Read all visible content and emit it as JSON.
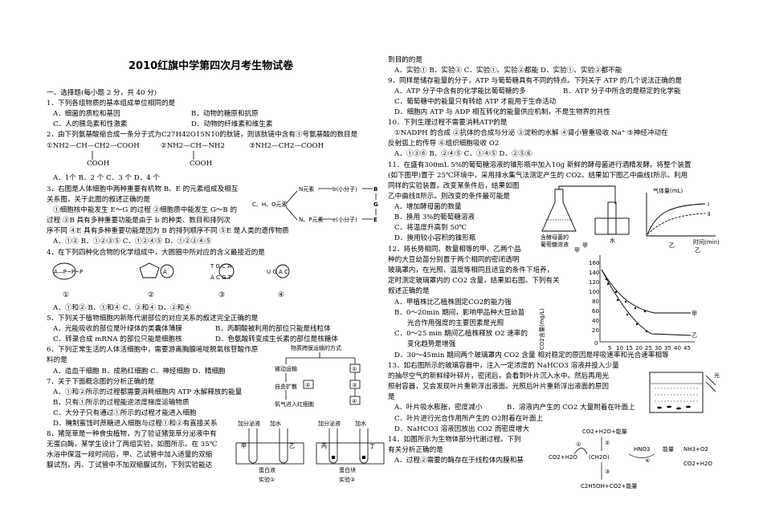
{
  "title": "2010红旗中学第四次月考生物试卷",
  "left": {
    "section": "一、选择题(每小题 2 分，共 40 分)",
    "q1": "1．下列各组物质的基本组成单位相同的是",
    "q1a": "A．细菌的质粒和基因",
    "q1b": "B．动物的糖原和抗原",
    "q1c": "C．人的胰岛素和性激素",
    "q1d": "D．动物的纤维素和维生素",
    "q2": "2．由下列氨基酸缩合成一条分子式为C27H42O15N10的肽链，则该肽链中含有①号氨基酸的数目是",
    "aa1": "①NH2—CH—CH2—COOH",
    "aa1b": "COOH",
    "aa2": "②NH2—CH—NH2",
    "aa2b": "COOH",
    "aa3": "③NH2—CH2—COOH",
    "q2opts": "A．1个        B．2 个       C．3 个       D．4 个",
    "q3": "3．右图是人体细胞中两种重要有机物 B、E 的元素组成及相互",
    "q3b": "关系图，关于此图的叙述正确的是",
    "q3c": "①细胞核中能发生 E～G 的过程   ②细胞质中能发生 G～B 的",
    "q3d": "过程   ③B 具有多种重要功能是由于 b 的种类、数目和排列次",
    "q3e": "序不同    ④E 具有多种重要功能是因为 B 的排列顺序不同    ⑤E 是人类的遗传物质",
    "q3opts": "A．①②      B．①②③⑤    C．①②④⑤     D．①②③④⑤",
    "fig3": {
      "n_el": "N元素",
      "cho": "C、H、O元素",
      "np_el": "N、P元素",
      "b": "b(小分子)",
      "e": "e(小分子)",
      "B": "B",
      "G": "G",
      "E": "E"
    },
    "q4": "4．在下列四种化合物的化学组成中，大圆圈中所对应的含义最接近的是",
    "q4labels": [
      "①",
      "②",
      "③",
      "④"
    ],
    "q4f1": "A—P~P~P",
    "q4f3top": "T G C A",
    "q4f3bot": "A C G T",
    "q4f4": "U G A C",
    "q4opts": "A．①和②      B．①和④      C．③和④      D．②和④",
    "q5": "5．下列关于植物细胞内新陈代谢部位的对应关系的叙述完全正确的是",
    "q5a": "A．光能吸收的部位是叶绿体的类囊体薄膜",
    "q5b": "B．丙酮酸被利用的部位只能是线粒体",
    "q5c": "C．转录合成 mRNA 的部位只能是细胞核",
    "q5d": "D．色氨酸转变成生长素的部位是核糖体",
    "q6": "6．下列正常生活的人体活细胞中，需要游离胸腺嘧啶脱氧核苷酸作原",
    "q6b": "料的是",
    "q6opts": "A．造血干细胞      B．成熟红细胞     C．神经细胞          D．精细胞",
    "q7": "7．关于下面概念图的分析正确的是",
    "q7a": "A．①和②所示的过程都需要消耗细胞内 ATP 水解释放的能量",
    "q7b": "B．只有①所示的过程能逆浓度梯度运输物质",
    "q7c": "C．大分子只有通过①所示的过程才能进入细胞",
    "q7d": "D．腌制蜜饯时蔗糖进入细胞与过程①和②有直接关系",
    "fig7": {
      "top": "物质跨膜运输的方式",
      "passive": "被动运输",
      "free": "自由扩散",
      "carrier": "氧气进入红细胞",
      "n1": "①",
      "n2": "②",
      "n3": "③",
      "n4": "④"
    },
    "q8": "8．猪笼草是一种食虫植物，为了验证猪笼草分泌液中有",
    "q8b": "无蛋白酶，某学生设计了两组实验，如图所示。在 35℃",
    "q8c": "水浴中保温一段时间后，甲、乙试管中加入适量的双缩",
    "q8d": "脲试剂，丙、丁试管中不加双缩脲试剂，下列实验能达",
    "fig8": {
      "add1": "加分泌液",
      "add2": "加水",
      "add3": "加分泌液",
      "add4": "加水",
      "jia": "甲",
      "yi": "乙",
      "bing": "丙",
      "ding": "丁",
      "liq1": "蛋白液",
      "liq2": "蛋白块",
      "exp1": "实验①",
      "exp2": "实验②"
    }
  },
  "right": {
    "r0": "到目的的是",
    "r0opts": "A．实验①     B．实验②      C．实验①、实验②都能    D．实验①、实验②都不能",
    "q9": "9．同样是储存能量的分子，ATP 与葡萄糖具有不同的特点。下列关于 ATP 的几个说法正确的是",
    "q9a": "A．ATP 分子中含有的化学能比葡萄糖的多",
    "q9b": "B．ATP 分子中所含的是稳定的化学能",
    "q9c": "C．葡萄糖中的能量只有转给 ATP 才能用于生命活动",
    "q9d": "D．细胞内 ATP 与 ADP 相互转化的能量供应机制，不是生物界的共性",
    "q10": "10．下列生理过程不需要消耗ATP的是",
    "q10a": "①NADPH 的合成   ②抗体的合成与分泌   ③淀粉的水解   ④肾小管重吸收 Na⁺    ⑤神经冲动在",
    "q10b": "反射弧上的传导    ⑥组织细胞吸收 O2",
    "q10opts": "A．①③⑥        B．②④⑤       C．①④⑤        D．②⑤⑥",
    "q11": "11．在盛有300mL 5%的葡萄糖溶液的锥形瓶中加入10g 新鲜的酵母菌进行酒精发酵。将整个装置",
    "q11b": "(如下图甲)置于 25℃环境中，采用排水集气法测定产生的 CO2。结果如下图乙中曲线Ⅰ所示。利用",
    "q11c": "同样的实验装置，改变某条件后，结果如图",
    "q11d": "乙中曲线Ⅱ所示。则改变的条件最可能是",
    "q11a": "A．增加酵母菌的数量",
    "q11bb": "B．换用 3%的葡萄糖溶液",
    "q11cc": "C．将温度升高到 50℃",
    "q11dd": "D．换用较小容积的锥形瓶",
    "fig11": {
      "yeast": "含酵母菌的",
      "yeast2": "葡萄糖溶液",
      "water": "水",
      "jia": "甲",
      "yi": "乙",
      "ylab": "气体量(mL)",
      "xlab": "时间(min)",
      "c1": "Ⅰ",
      "c2": "Ⅱ"
    },
    "q12": "12．将长势相同、数量相等的甲、乙两个品",
    "q12b": "种的大豆幼苗分别置于两个相同的密闭透明",
    "q12c": "玻璃罩内，在光照、温度等相同且适宜的条件下培养，",
    "q12d": "定时测定玻璃罩内的 CO2 含量，结果如右图。下列有关",
    "q12e": "叙述正确的是",
    "q12a": "A．甲植株比乙植株固定CO2的能力强",
    "q12bb": "B．0～20min 期间，影响甲品种大豆幼苗",
    "q12bb2": "光合作用强度的主要因素是光照",
    "q12cc": "C．0～25 min 期间乙植株释放 O2 速率的",
    "q12cc2": "变化趋势是增强",
    "q12dd": "D．30～45min 期间两个玻璃罩内 CO2 含量  相对稳定的原因是呼吸速率和光合速率相等",
    "fig12": {
      "ylab": "CO2含量(mg/L)",
      "xlab": "时间(min)",
      "jia": "甲",
      "yi": "乙",
      "yticks": [
        "160",
        "140",
        "120",
        "100",
        "80",
        "60",
        "40",
        "20",
        "0"
      ],
      "xticks": [
        "5",
        "10",
        "15",
        "20",
        "25",
        "30",
        "35",
        "40",
        "45"
      ]
    },
    "q13": "13．如右图所示的玻璃容器中，注入一定浓度的 NaHCO3 溶液并投入少量",
    "q13b": "的抽尽空气的新鲜绿叶碎片，密闭后，会看到叶片沉入水中。然后再用光",
    "q13c": "照射容器，又会发现叶片重新浮出液面。光照后叶片重新浮出液面的原因",
    "q13d": "是",
    "q13a": "A．叶片吸水膨胀，密度减小",
    "q13bb": "B．溶液内产生的 CO2 大量附着在叶面上",
    "q13cc": "C．叶片进行光合作用所产生的 O2附着在叶面上",
    "q13dd": "D．NaHCO3 溶液因放出 CO2 而密度增大",
    "fig13": {
      "light": "光"
    },
    "q14": "14．如图所示为生物体部分代谢过程。下列",
    "q14b": "有关分析正确的是",
    "q14a": "A．过程②需要的酶存在于线粒体内膜和基",
    "fig14": {
      "top": "CO2+H2O+能量",
      "co2": "CO2+H2O",
      "ch2o": "(CH2O)",
      "bottom": "C2H5OH+CO2+能量",
      "hno": "HNO3",
      "energy": "能量",
      "nh": "NH3+O2",
      "co2r": "CO2+H2O",
      "s1": "①",
      "s2": "②",
      "s3": "③",
      "s4": "④"
    }
  }
}
